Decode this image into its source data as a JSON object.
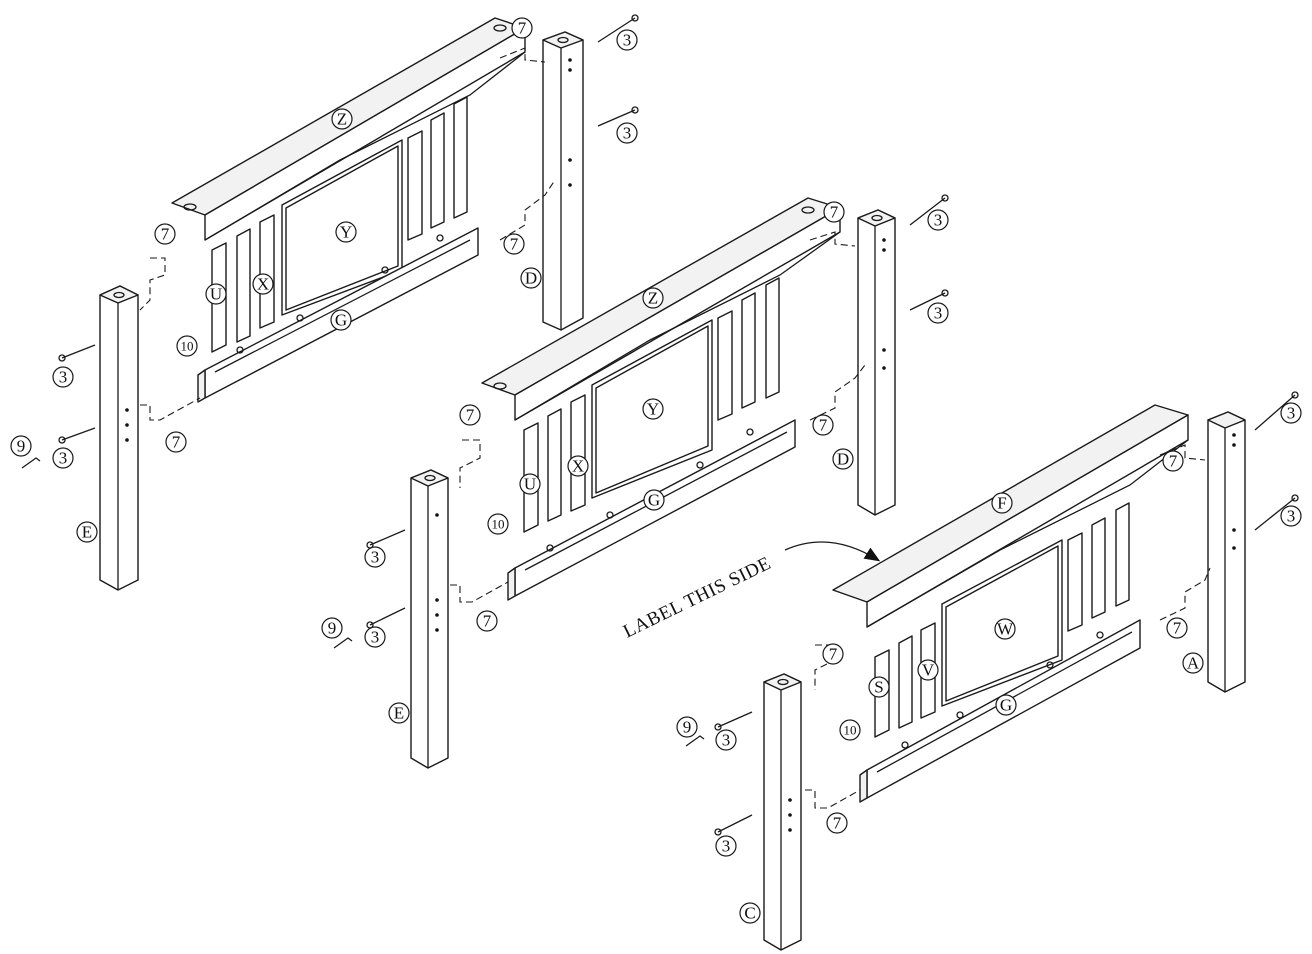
{
  "labels": {
    "rail_top": "Z",
    "rail_top_footboard": "F",
    "rail_bottom": "G",
    "panel_center": "Y",
    "panel_center_footboard": "W",
    "slat_u": "U",
    "slat_x": "X",
    "slat_s": "S",
    "slat_v": "V",
    "post_d": "D",
    "post_e": "E",
    "post_a": "A",
    "post_c": "C",
    "part_3": "3",
    "part_7": "7",
    "part_9": "9",
    "part_10": "10"
  },
  "annotation": {
    "label_side_text": "LABEL THIS SIDE"
  }
}
